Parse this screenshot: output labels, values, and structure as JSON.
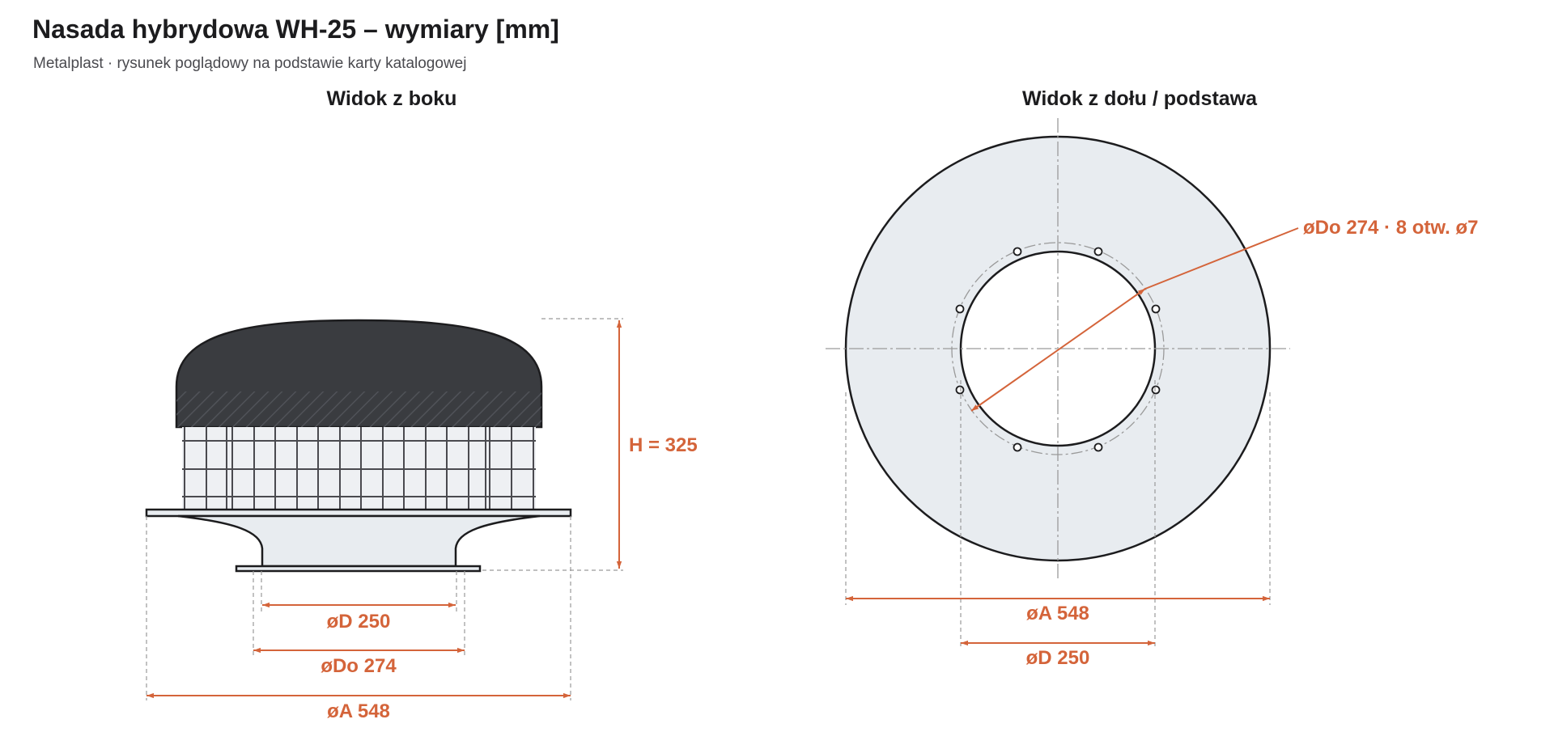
{
  "header": {
    "title": "Nasada hybrydowa WH-25 – wymiary [mm]",
    "subtitle": "Metalplast · rysunek poglądowy na podstawie karty katalogowej"
  },
  "side_view": {
    "title": "Widok z boku",
    "dims": {
      "height": "H = 325",
      "inner_diameter": "øD 250",
      "outer_diameter": "øDo 274",
      "base_diameter": "øA 548"
    }
  },
  "bottom_view": {
    "title": "Widok z dołu / podstawa",
    "dims": {
      "bolt_circle": "øDo 274 · 8 otw. ø7",
      "base_diameter": "øA 548",
      "inner_diameter": "øD 250"
    }
  },
  "colors": {
    "dimension": "#d4643a",
    "cap": "#3a3c40",
    "base_fill": "#e8ecf0",
    "outline": "#1c1c1e"
  },
  "icons": [
    "arrow-marker"
  ]
}
